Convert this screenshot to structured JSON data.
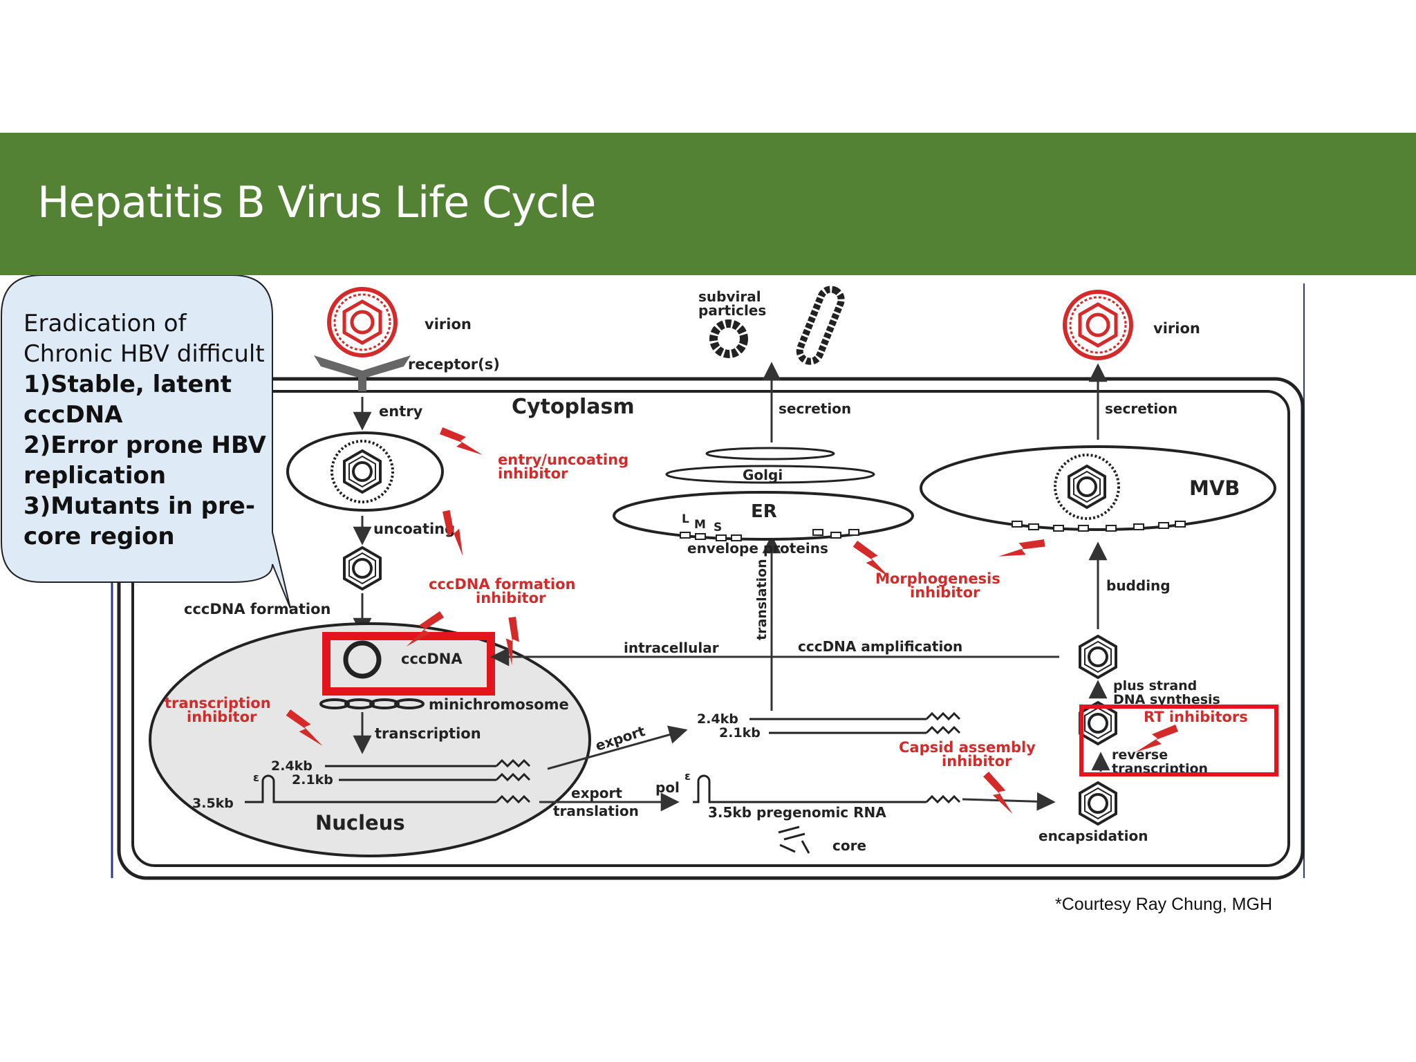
{
  "slide": {
    "title": "Hepatitis B Virus Life Cycle",
    "credit": "*Courtesy Ray Chung, MGH",
    "callout": {
      "line1": "Eradication of",
      "line2": "Chronic HBV difficult",
      "item1a": "1)Stable, latent",
      "item1b": "cccDNA",
      "item2a": "2)Error prone HBV",
      "item2b": "replication",
      "item3a": "3)Mutants in pre-",
      "item3b": "core region"
    }
  },
  "diagram": {
    "virion_left": "virion",
    "receptor": "receptor(s)",
    "entry": "entry",
    "cytoplasm": "Cytoplasm",
    "uncoating": "uncoating",
    "cccdna_formation": "cccDNA formation",
    "cccdna": "cccDNA",
    "minichromosome": "minichromosome",
    "transcription": "transcription",
    "kb24_nuc": "2.4kb",
    "kb21_nuc": "2.1kb",
    "kb35_nuc": "3.5kb",
    "nucleus": "Nucleus",
    "export_upper": "export",
    "export_lower": "export",
    "translation_lower": "translation",
    "kb24_cyto": "2.4kb",
    "kb21_cyto": "2.1kb",
    "pol": "pol",
    "pregenomic": "3.5kb pregenomic RNA",
    "core": "core",
    "intracellular": "intracellular",
    "amplification": "cccDNA amplification",
    "translation_vertical": "translation",
    "subviral_line1": "subviral",
    "subviral_line2": "particles",
    "secretion_left": "secretion",
    "secretion_right": "secretion",
    "golgi": "Golgi",
    "er": "ER",
    "lms_l": "L",
    "lms_m": "M",
    "lms_s": "S",
    "envelope_proteins": "envelope proteins",
    "virion_right": "virion",
    "mvb": "MVB",
    "budding": "budding",
    "plus_strand_1": "plus strand",
    "plus_strand_2": "DNA synthesis",
    "reverse_1": "reverse",
    "reverse_2": "transcription",
    "encapsidation": "encapsidation",
    "epsilon": "ε",
    "inhibitors": {
      "entry_1": "entry/uncoating",
      "entry_2": "inhibitor",
      "cccdna_1": "cccDNA formation",
      "cccdna_2": "inhibitor",
      "transcription_1": "transcription",
      "transcription_2": "inhibitor",
      "morpho_1": "Morphogenesis",
      "morpho_2": "inhibitor",
      "capsid_1": "Capsid assembly",
      "capsid_2": "inhibitor",
      "rt": "RT inhibitors"
    }
  },
  "colors": {
    "banner": "#548235",
    "inhibitor": "#d42a2a",
    "highlight_box": "#e3141b",
    "callout_fill": "#deebf7",
    "nucleus_fill": "#e6e6e6"
  }
}
